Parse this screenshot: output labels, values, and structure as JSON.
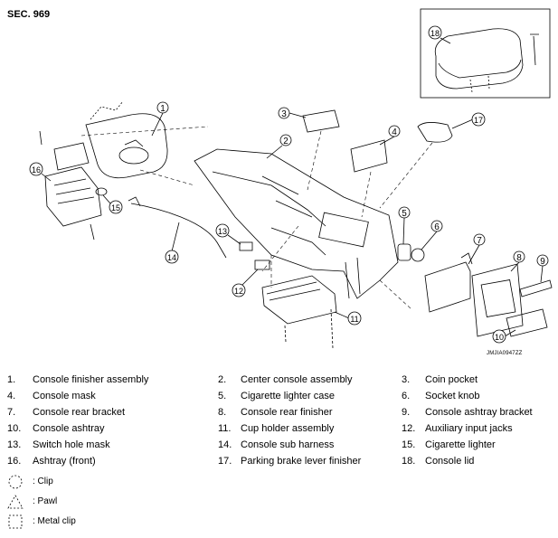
{
  "section_title": "SEC. 969",
  "drawing_code": "JMJIA0947ZZ",
  "callouts": [
    "1",
    "2",
    "3",
    "4",
    "5",
    "6",
    "7",
    "8",
    "9",
    "10",
    "11",
    "12",
    "13",
    "14",
    "15",
    "16",
    "17",
    "18"
  ],
  "parts": [
    {
      "no": "1.",
      "name": "Console finisher assembly"
    },
    {
      "no": "2.",
      "name": "Center console assembly"
    },
    {
      "no": "3.",
      "name": "Coin pocket"
    },
    {
      "no": "4.",
      "name": "Console mask"
    },
    {
      "no": "5.",
      "name": "Cigarette lighter case"
    },
    {
      "no": "6.",
      "name": "Socket knob"
    },
    {
      "no": "7.",
      "name": "Console rear bracket"
    },
    {
      "no": "8.",
      "name": "Console rear finisher"
    },
    {
      "no": "9.",
      "name": "Console ashtray bracket"
    },
    {
      "no": "10.",
      "name": "Console ashtray"
    },
    {
      "no": "11.",
      "name": "Cup holder assembly"
    },
    {
      "no": "12.",
      "name": "Auxiliary input jacks"
    },
    {
      "no": "13.",
      "name": "Switch hole mask"
    },
    {
      "no": "14.",
      "name": "Console sub harness"
    },
    {
      "no": "15.",
      "name": "Cigarette lighter"
    },
    {
      "no": "16.",
      "name": "Ashtray (front)"
    },
    {
      "no": "17.",
      "name": "Parking brake lever finisher"
    },
    {
      "no": "18.",
      "name": "Console lid"
    }
  ],
  "symbols": [
    {
      "icon": "clip-icon",
      "label": ": Clip"
    },
    {
      "icon": "pawl-icon",
      "label": ": Pawl"
    },
    {
      "icon": "metal-clip-icon",
      "label": ": Metal clip"
    }
  ]
}
